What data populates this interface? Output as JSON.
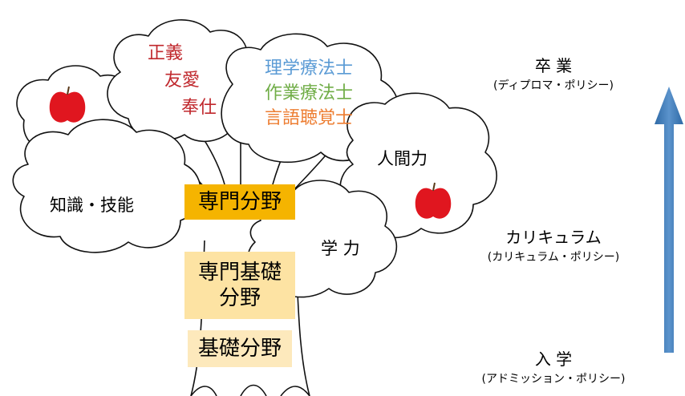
{
  "clouds": {
    "values": {
      "lines": [
        "正義",
        "友愛",
        "奉仕"
      ],
      "color": "#c0282d"
    },
    "professions": {
      "items": [
        {
          "label": "理学療法士",
          "color": "#5b9bd5"
        },
        {
          "label": "作業療法士",
          "color": "#70ad47"
        },
        {
          "label": "言語聴覚士",
          "color": "#ed7d31"
        }
      ]
    },
    "knowledge": "知識・技能",
    "humanity": "人間力",
    "academic": "学 力",
    "apple_color": "#e0161f"
  },
  "trunk_boxes": {
    "specialized": {
      "label": "専門分野",
      "color": "#f5b400"
    },
    "specialized_basic": {
      "lines": [
        "専門基礎",
        "分野"
      ],
      "color": "#fde3a3"
    },
    "basic": {
      "label": "基礎分野",
      "color": "#fde9bc"
    }
  },
  "stages": {
    "top": {
      "title": "卒 業",
      "sub": "(ディプロマ・ポリシー)"
    },
    "middle": {
      "title": "カリキュラム",
      "sub": "(カリキュラム・ポリシー)"
    },
    "bottom": {
      "title": "入 学",
      "sub": "(アドミッション・ポリシー)"
    }
  },
  "arrow_color": "#3d78b4"
}
